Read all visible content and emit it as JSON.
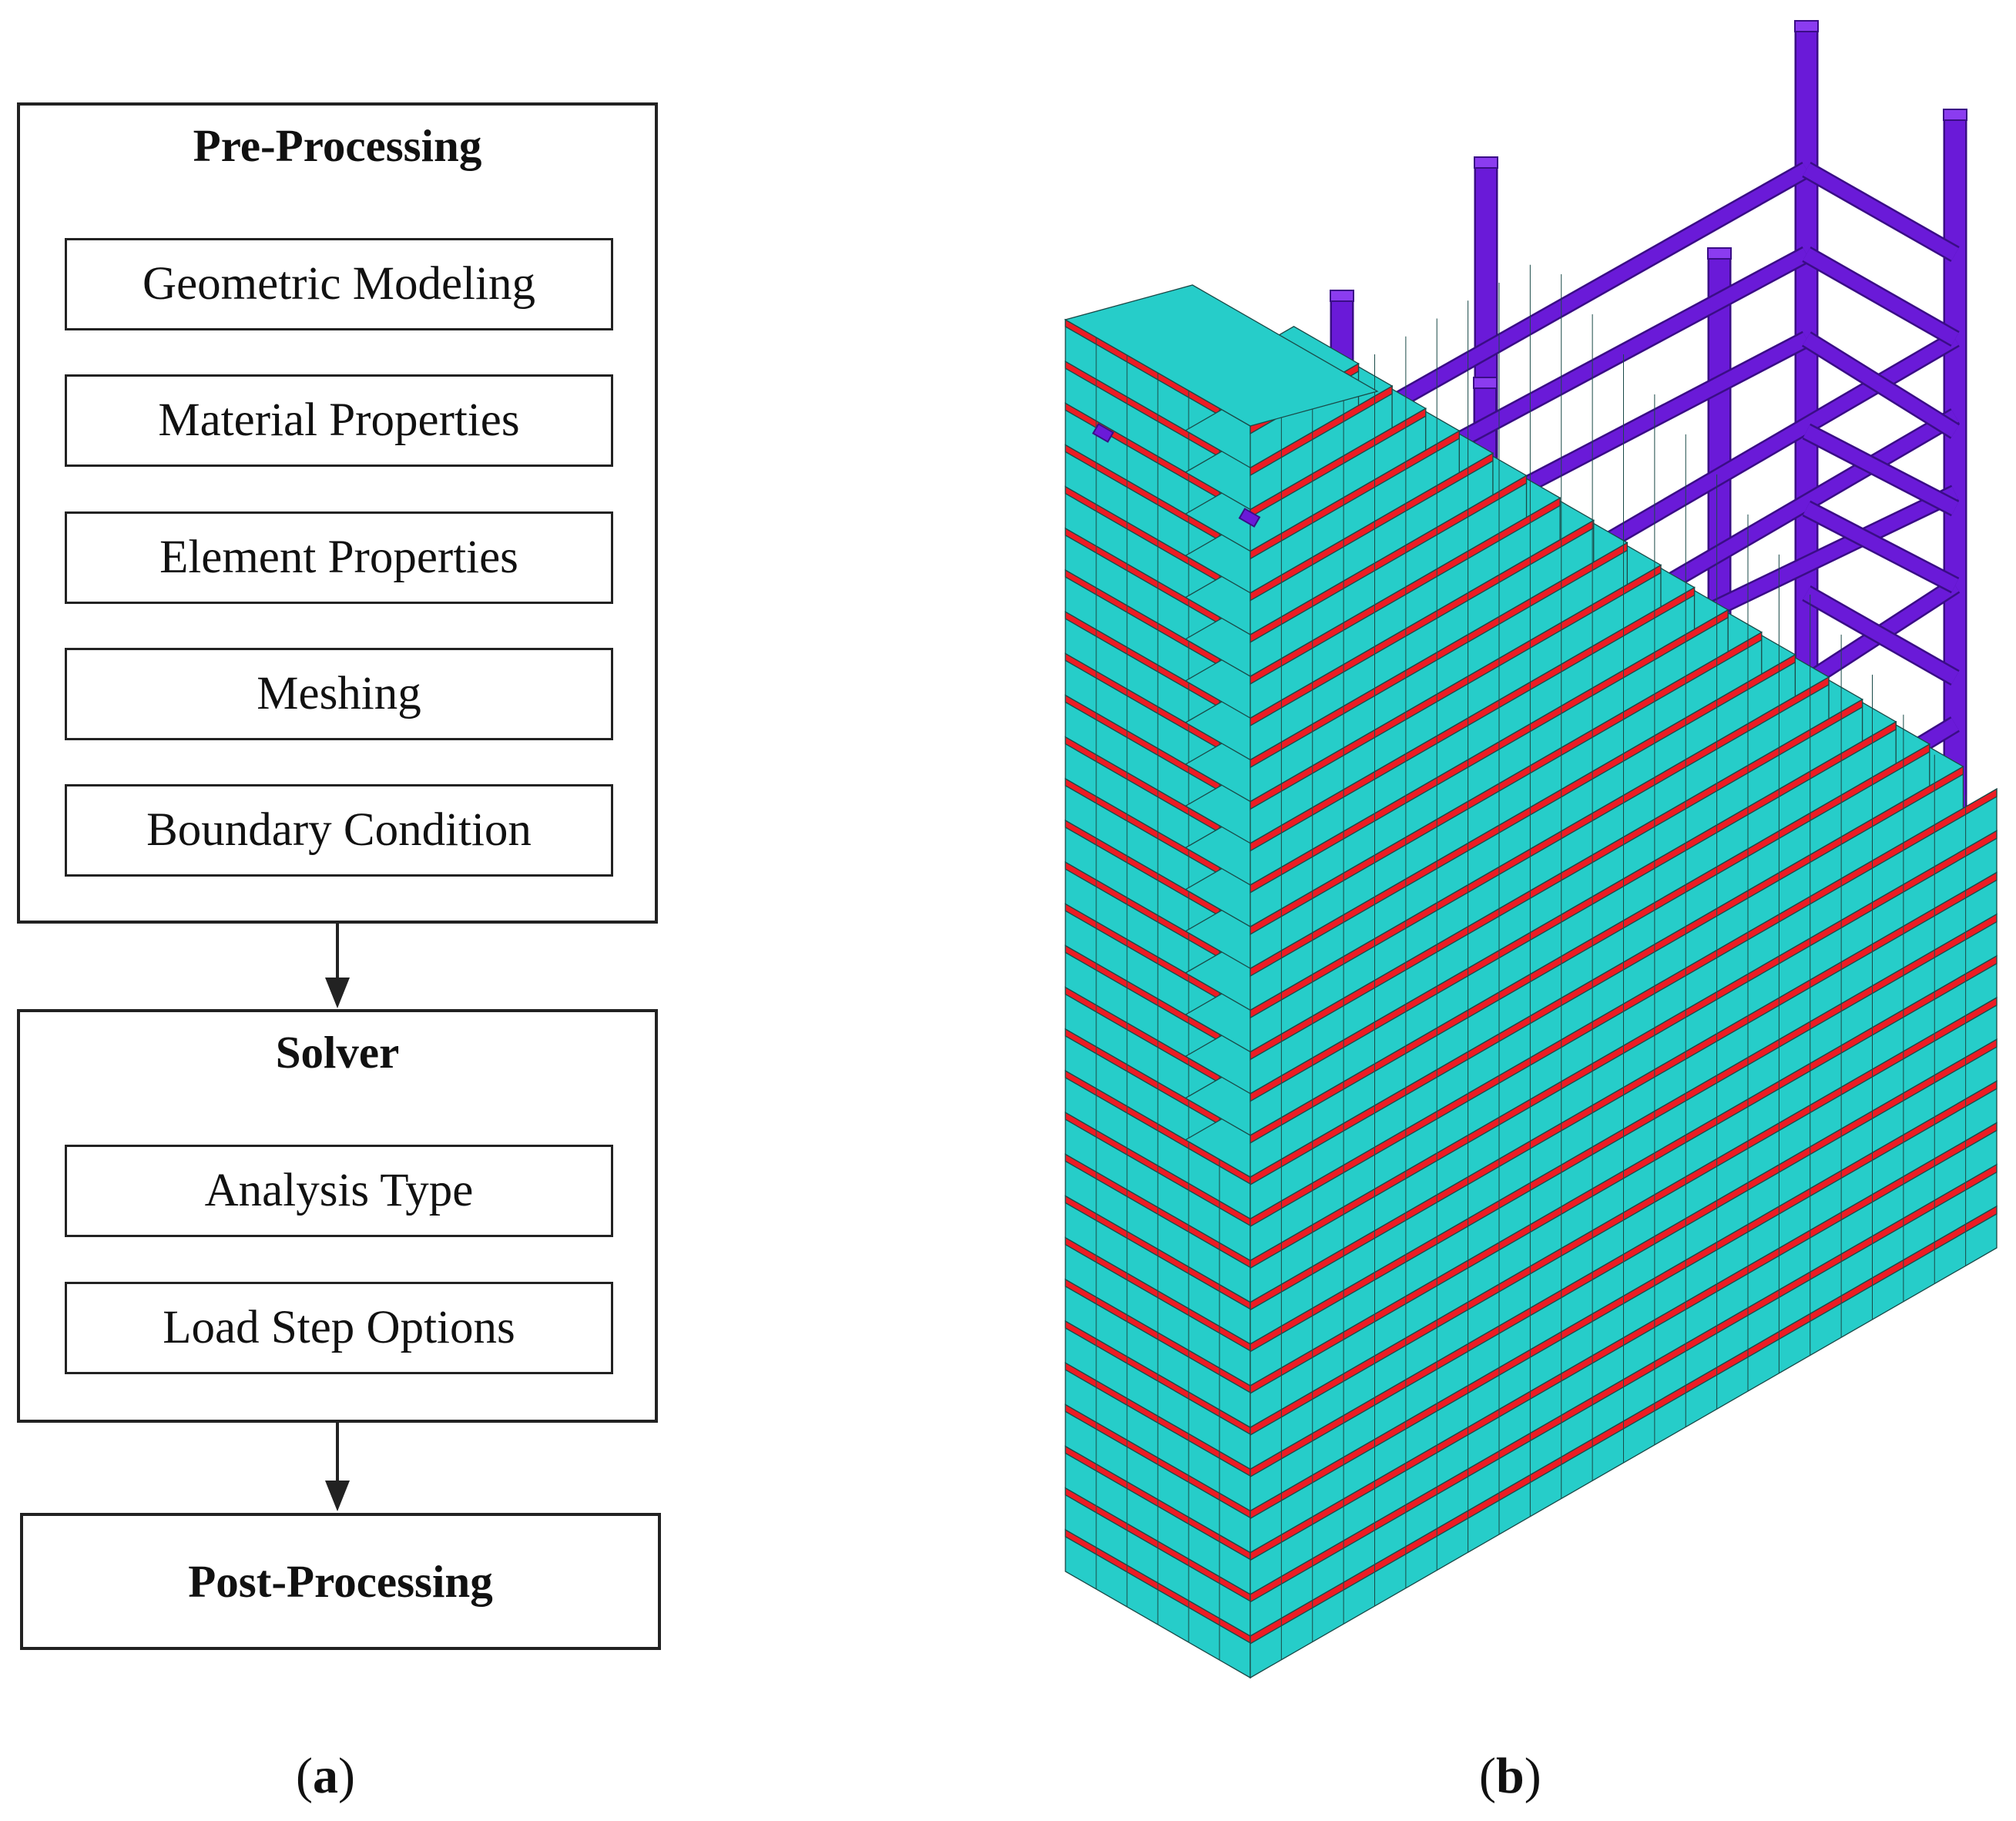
{
  "flowchart": {
    "pre_processing": {
      "title": "Pre-Processing",
      "items": [
        "Geometric Modeling",
        "Material Properties",
        "Element Properties",
        "Meshing",
        "Boundary Condition"
      ]
    },
    "solver": {
      "title": "Solver",
      "items": [
        "Analysis Type",
        "Load Step Options"
      ]
    },
    "post_processing": {
      "title": "Post-Processing"
    }
  },
  "captions": {
    "a": "a",
    "b": "b"
  },
  "model": {
    "colors": {
      "concrete": "#26cdc9",
      "mortar": "#ec1c24",
      "steel": "#6a1ad8",
      "edge": "#1a4a48"
    },
    "layer_count": 30,
    "icons": [
      "masonry-wall-mesh",
      "reinforcement-cage"
    ]
  }
}
